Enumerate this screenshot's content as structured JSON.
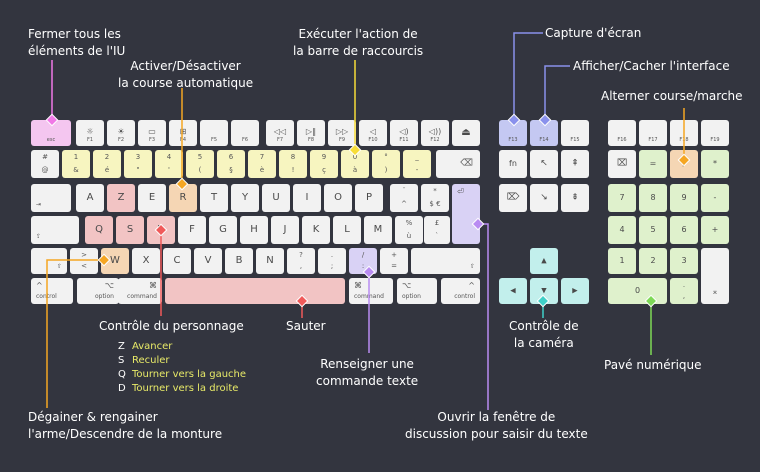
{
  "colors": {
    "background": "#33353f",
    "key": "#f2f2f2",
    "ui": "#f078e6",
    "autorun": "#f5a623",
    "bar": "#f7dd38",
    "chat": "#b98cf2",
    "character": "#f05a5a",
    "jump": "#f05a5a",
    "mount": "#f5a623",
    "command": "#b98cf2",
    "screenshot": "#8a91ec",
    "hideui": "#8a91ec",
    "walk": "#f5a623",
    "camera": "#40d0c8",
    "numpad": "#7ed957",
    "legend_values": "#e8ea68"
  },
  "labels": {
    "close_ui": [
      "Fermer tous les",
      "éléments de l'IU"
    ],
    "autorun": [
      "Activer/Désactiver",
      "la course automatique"
    ],
    "action_bar": [
      "Exécuter l'action de",
      "la barre de raccourcis"
    ],
    "screenshot": [
      "Capture d'écran"
    ],
    "hide_ui": [
      "Afficher/Cacher l'interface"
    ],
    "walk_run": [
      "Alterner course/marche"
    ],
    "character": [
      "Contrôle du personnage"
    ],
    "jump": [
      "Sauter"
    ],
    "command": [
      "Renseigner une",
      "commande texte"
    ],
    "camera": [
      "Contrôle de",
      "la caméra"
    ],
    "numpad": [
      "Pavé numérique"
    ],
    "sheathe": [
      "Dégainer & rengainer",
      "l'arme/Descendre de la monture"
    ],
    "chat": [
      "Ouvrir la fenêtre de",
      "discussion pour saisir du texte"
    ]
  },
  "legend": [
    {
      "key": "Z",
      "action": "Avancer"
    },
    {
      "key": "S",
      "action": "Reculer"
    },
    {
      "key": "Q",
      "action": "Tourner vers la gauche"
    },
    {
      "key": "D",
      "action": "Tourner vers la droite"
    }
  ],
  "keys": {
    "esc": "esc",
    "f1": "F1",
    "f2": "F2",
    "f3": "F3",
    "f4": "F4",
    "f5": "F5",
    "f6": "F6",
    "f7": "F7",
    "f8": "F8",
    "f9": "F9",
    "f10": "F10",
    "f11": "F11",
    "f12": "F12",
    "f13": "F13",
    "f14": "F14",
    "f15": "F15",
    "f16": "F16",
    "f17": "F17",
    "f18": "F18",
    "f19": "F19",
    "fn": "fn",
    "num1": [
      [
        "#",
        "@"
      ],
      [
        "1",
        "&"
      ],
      [
        "2",
        "é"
      ],
      [
        "3",
        "\""
      ],
      [
        "4",
        "'"
      ],
      [
        "5",
        "("
      ],
      [
        "6",
        "§"
      ],
      [
        "7",
        "è"
      ],
      [
        "8",
        "!"
      ],
      [
        "9",
        "ç"
      ],
      [
        "0",
        "à"
      ],
      [
        "°",
        ")"
      ],
      [
        "_",
        "-"
      ]
    ],
    "azerty": [
      "A",
      "Z",
      "E",
      "R",
      "T",
      "Y",
      "U",
      "I",
      "O",
      "P"
    ],
    "caret": [
      "¨",
      "^"
    ],
    "star": [
      "*",
      "$ €"
    ],
    "qsd": [
      "Q",
      "S",
      "D",
      "F",
      "G",
      "H",
      "J",
      "K",
      "L",
      "M"
    ],
    "pct": [
      "%",
      "ù"
    ],
    "pound": [
      "£",
      "`"
    ],
    "lt": [
      "<",
      ">"
    ],
    "wxc": [
      "W",
      "X",
      "C",
      "V",
      "B",
      "N"
    ],
    "punct": [
      [
        "?",
        ","
      ],
      [
        ".",
        ";"
      ],
      [
        "/",
        ":"
      ],
      [
        "+",
        "="
      ]
    ],
    "control": "control",
    "option": "option",
    "command": "command",
    "np": [
      "=",
      "/",
      "*",
      "7",
      "8",
      "9",
      "-",
      "4",
      "5",
      "6",
      "+",
      "1",
      "2",
      "3",
      "0",
      ".",
      ","
    ]
  }
}
